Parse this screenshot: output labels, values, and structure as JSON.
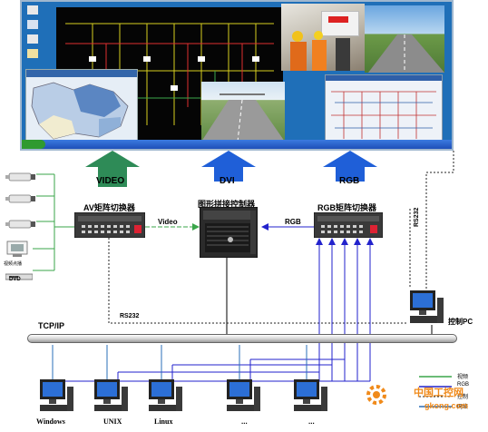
{
  "arrows": {
    "video": "VIDEO",
    "dvi": "DVI",
    "rgb": "RGB"
  },
  "devices": {
    "av_switcher": "AV矩阵切换器",
    "controller": "图形拼接控制器",
    "rgb_switcher": "RGB矩阵切换器",
    "control_pc": "控制PC",
    "dvd_caption": "视频点播",
    "dvd": "DVD"
  },
  "links": {
    "video": "Video",
    "rgb": "RGB",
    "rs232_left": "RS232",
    "rs232_right": "RS232",
    "tcpip": "TCP/IP"
  },
  "workstations": [
    "Windows",
    "UNIX",
    "Linux",
    "...",
    "..."
  ],
  "legend": [
    "视频",
    "RGB",
    "控制",
    "网络"
  ],
  "watermark": {
    "brand": "中国工控网",
    "url": "gkong.com"
  },
  "colors": {
    "green_arrow": "#2e8b57",
    "blue_arrow": "#1f5fd8",
    "video_line": "#3aa64a",
    "rgb_line": "#2222cc",
    "network_line": "#2a6fb8",
    "wall_bg": "#1f6fb8"
  }
}
